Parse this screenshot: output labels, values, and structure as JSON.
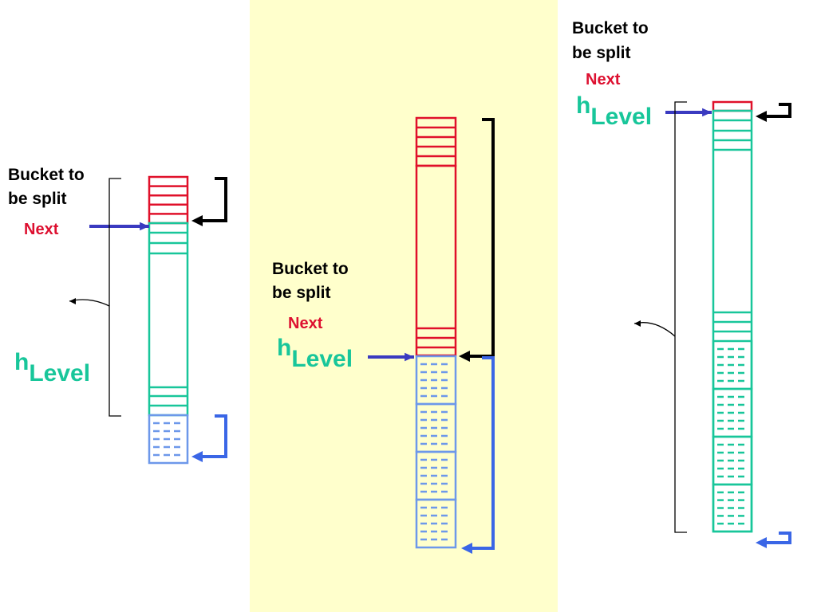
{
  "colors": {
    "background": "#ffffff",
    "highlight_panel": "#ffffcc",
    "split_bucket_red": "#e0102a",
    "level_green": "#18c69a",
    "new_bucket_blue": "#6d98ea",
    "next_pointer_arrow": "#3a3ac0",
    "blue_bracket": "#3a66e6",
    "black": "#000000",
    "next_text": "#dd1030",
    "hlevel_text": "#18c69a"
  },
  "labels": {
    "bucket_to_be_split": "Bucket to be split",
    "bucket_to": "Bucket to",
    "be_split": "be split",
    "next": "Next",
    "h_main": "h",
    "h_sub": "Level"
  },
  "icons": {
    "next_pointer": "right-arrow-icon",
    "split_return": "left-arrow-icon",
    "level_span": "curly-brace-icon"
  }
}
